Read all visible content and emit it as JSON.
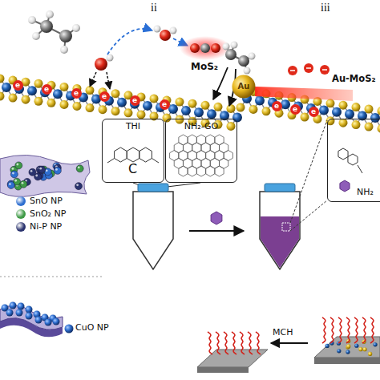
{
  "diagram": {
    "nodes": [
      {
        "text": [
          "Au"
        ]
      },
      {
        "text": [
          "THI"
        ]
      },
      {
        "text": [
          "NH₂-GO"
        ]
      },
      {
        "text": [
          "NH₂"
        ]
      }
    ],
    "labels": [
      "ii",
      "iii",
      "MoS₂",
      "e",
      "e",
      "e",
      "e",
      "e",
      "e",
      "e",
      "e",
      "e",
      "Au-MoS₂",
      "C",
      "CuO NP",
      "MCH"
    ],
    "legend": [
      {
        "text": "SnO NP",
        "color": "#2f6fd0"
      },
      {
        "text": "SnO₂ NP",
        "color": "#3f9a46"
      },
      {
        "text": "Ni-P NP",
        "color": "#2a336e"
      }
    ]
  }
}
